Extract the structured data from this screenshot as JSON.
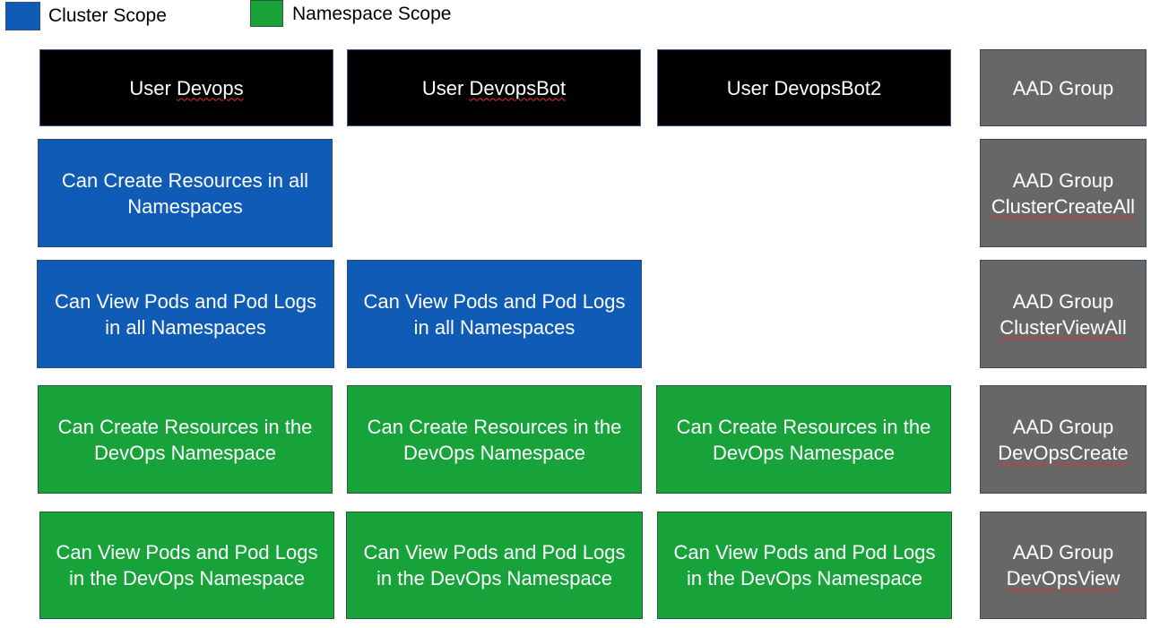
{
  "legend": {
    "cluster": {
      "label": "Cluster Scope",
      "color": "#0f5bb5"
    },
    "namespace": {
      "label": "Namespace Scope",
      "color": "#17a33a"
    }
  },
  "users": {
    "devops": {
      "prefix": "User ",
      "name": "Devops"
    },
    "devopsbot": {
      "prefix": "User ",
      "name": "DevopsBot"
    },
    "devopsbot2": {
      "prefix": "User ",
      "name": "DevopsBot2"
    }
  },
  "permissions": {
    "create_all": "Can Create Resources in all Namespaces",
    "view_all": "Can View Pods and Pod Logs in all Namespaces",
    "create_devops": "Can Create Resources in the DevOps Namespace",
    "view_devops": "Can View Pods and Pod Logs in the DevOps Namespace"
  },
  "aad_groups": {
    "header": "AAD Group",
    "prefix": "AAD Group",
    "cluster_create_all": "ClusterCreateAll",
    "cluster_view_all": "ClusterViewAll",
    "devops_create": "DevOpsCreate",
    "devops_view": "DevOpsView"
  },
  "colors": {
    "user_box": "#000000",
    "cluster_scope": "#0f5bb5",
    "namespace_scope": "#17a33a",
    "aad_group": "#676767",
    "spellcheck_underline": "#e23030"
  }
}
